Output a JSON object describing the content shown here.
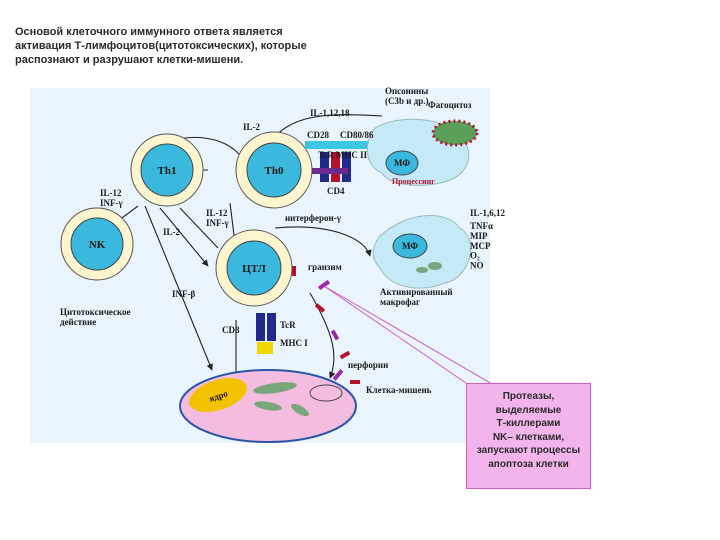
{
  "heading": "Основой клеточного иммунного ответа является\nактивация Т-лимфоцитов(цитотоксических), которые\nраспознают и разрушают клетки-мишени.",
  "callout": "Протеазы,\nвыделяемые\nТ-киллерами\nNK– клетками,\nзапускают процессы\nапоптоза клетки",
  "diagram": {
    "cells": {
      "th1": "Th1",
      "th0": "Th0",
      "nk": "NK",
      "ctl": "ЦТЛ",
      "mf_top": "МФ",
      "mf_active": "МФ",
      "nucleus": "ядро"
    },
    "labels": {
      "il2_top": "IL-2",
      "il_1_12_18": "IL-1,12,18",
      "opsonins": "Опсонины\n(С3b и др.)",
      "phagocytosis": "Фагоцитоз",
      "cd28": "CD28",
      "cd80_86": "CD80/86",
      "tcr_mhc2": "TcR  MHC II",
      "processing": "Процессинг",
      "cd4": "CD4",
      "il12_infg_left": "IL-12\nINF-γ",
      "il2_left": "IL-2",
      "il12_infg_mid": "IL-12\nINF-γ",
      "interferon": "интерферон-γ",
      "granzyme": "гранзим",
      "il_1_6_12": "IL-1,6,12",
      "secreted": "TNFα\nMIP\nMCP\nO₂\nNO",
      "activated_macrophage": "Активированный\nмакрофаг",
      "inf_beta": "INF-β",
      "cytotoxic_action": "Цитотоксическое\nдействие",
      "cd8": "CD8",
      "tcr": "TcR",
      "mhc1": "MHC I",
      "perforin": "перфорин",
      "target_cell": "Клетка-мишень"
    }
  },
  "colors": {
    "background_panel": "#e9f4fc",
    "cell_fill": "#3bb8de",
    "cell_ring": "#fdf5cf",
    "macrophage": "#c6e9f8",
    "target_cell": "#f4bde0",
    "nucleus": "#f2c200",
    "organelle": "#7aa67c",
    "granzyme": "#9b2aa7",
    "callout_fill": "#f3b4ec",
    "callout_border": "#d25cc2"
  }
}
